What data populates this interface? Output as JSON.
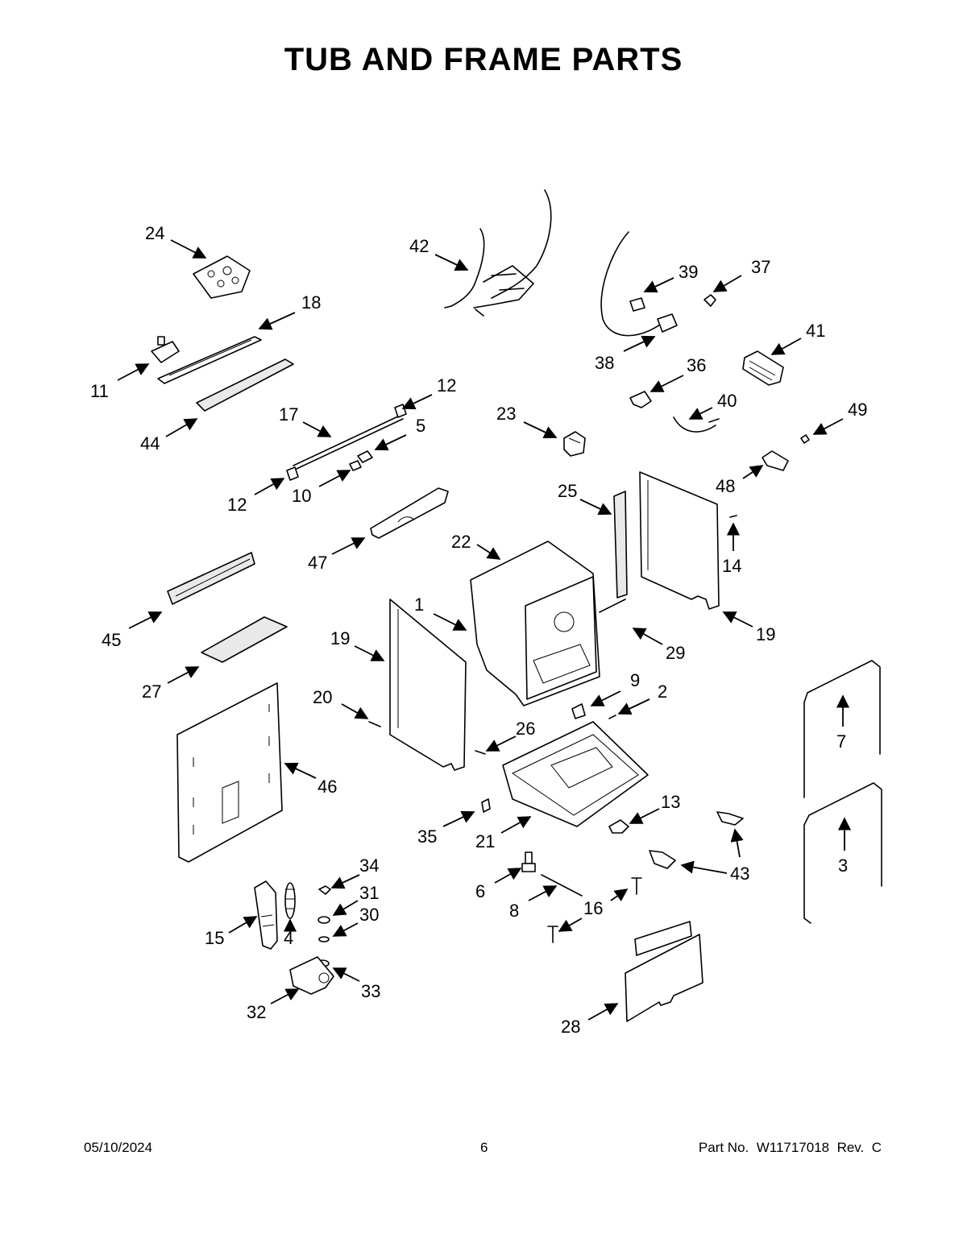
{
  "title": "TUB AND FRAME PARTS",
  "callouts": [
    {
      "id": "c24",
      "label": "24"
    },
    {
      "id": "c42",
      "label": "42"
    },
    {
      "id": "c39",
      "label": "39"
    },
    {
      "id": "c37",
      "label": "37"
    },
    {
      "id": "c18",
      "label": "18"
    },
    {
      "id": "c41",
      "label": "41"
    },
    {
      "id": "c38",
      "label": "38"
    },
    {
      "id": "c36",
      "label": "36"
    },
    {
      "id": "c11",
      "label": "11"
    },
    {
      "id": "c12a",
      "label": "12"
    },
    {
      "id": "c40",
      "label": "40"
    },
    {
      "id": "c17",
      "label": "17"
    },
    {
      "id": "c23",
      "label": "23"
    },
    {
      "id": "c49",
      "label": "49"
    },
    {
      "id": "c5",
      "label": "5"
    },
    {
      "id": "c44",
      "label": "44"
    },
    {
      "id": "c48",
      "label": "48"
    },
    {
      "id": "c12b",
      "label": "12"
    },
    {
      "id": "c10",
      "label": "10"
    },
    {
      "id": "c25",
      "label": "25"
    },
    {
      "id": "c22",
      "label": "22"
    },
    {
      "id": "c47",
      "label": "47"
    },
    {
      "id": "c14",
      "label": "14"
    },
    {
      "id": "c1",
      "label": "1"
    },
    {
      "id": "c45",
      "label": "45"
    },
    {
      "id": "c19a",
      "label": "19"
    },
    {
      "id": "c19b",
      "label": "19"
    },
    {
      "id": "c29",
      "label": "29"
    },
    {
      "id": "c27",
      "label": "27"
    },
    {
      "id": "c9",
      "label": "9"
    },
    {
      "id": "c2",
      "label": "2"
    },
    {
      "id": "c20",
      "label": "20"
    },
    {
      "id": "c26",
      "label": "26"
    },
    {
      "id": "c7",
      "label": "7"
    },
    {
      "id": "c46",
      "label": "46"
    },
    {
      "id": "c13",
      "label": "13"
    },
    {
      "id": "c35",
      "label": "35"
    },
    {
      "id": "c21",
      "label": "21"
    },
    {
      "id": "c3",
      "label": "3"
    },
    {
      "id": "c34",
      "label": "34"
    },
    {
      "id": "c43",
      "label": "43"
    },
    {
      "id": "c31",
      "label": "31"
    },
    {
      "id": "c6",
      "label": "6"
    },
    {
      "id": "c30",
      "label": "30"
    },
    {
      "id": "c16",
      "label": "16"
    },
    {
      "id": "c8",
      "label": "8"
    },
    {
      "id": "c15",
      "label": "15"
    },
    {
      "id": "c4",
      "label": "4"
    },
    {
      "id": "c33",
      "label": "33"
    },
    {
      "id": "c32",
      "label": "32"
    },
    {
      "id": "c28",
      "label": "28"
    }
  ],
  "footer": {
    "date": "05/10/2024",
    "page": "6",
    "part_number": "Part No.  W11717018  Rev.  C"
  }
}
